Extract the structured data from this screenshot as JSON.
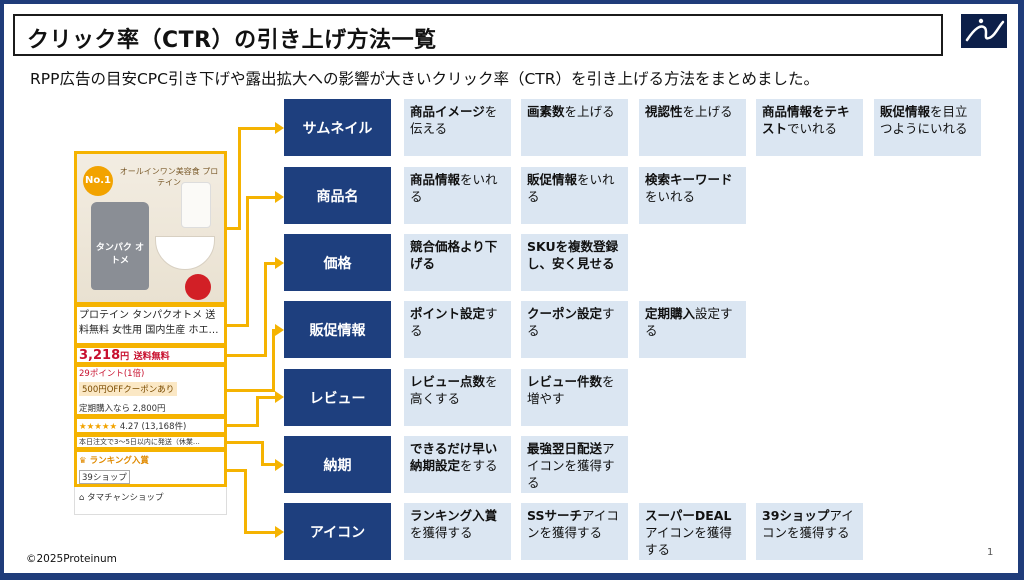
{
  "title": "クリック率（CTR）の引き上げ方法一覧",
  "subtitle": "RPP広告の目安CPC引き下げや露出拡大への影響が大きいクリック率（CTR）を引き上げる方法をまとめました。",
  "product": {
    "badge": "No.1",
    "image_caption": "オールインワン美容食 プロテイン",
    "bag_label": "タンパク オトメ",
    "name": "プロテイン タンパクオトメ 送料無料 女性用 国内生産 ホエ…",
    "price": "3,218",
    "price_unit": "円",
    "shipping": "送料無料",
    "points": "29ポイント(1倍)",
    "coupon": "500円OFFクーポンあり",
    "regular": "定期購入なら 2,800円",
    "stars": "★★★★★",
    "rating": "4.27 (13,168件)",
    "delivery": "本日注文で3～5日以内に発送（休業…",
    "ranking_icon": "♛",
    "ranking": "ランキング入賞",
    "shop39": "39ショップ",
    "shop_icon": "⌂",
    "shop": "タマチャンショップ"
  },
  "rows": [
    {
      "category": "サムネイル",
      "items": [
        [
          {
            "t": "商品イメージ",
            "b": true
          },
          {
            "t": "を伝える",
            "b": false
          }
        ],
        [
          {
            "t": "画素数",
            "b": true
          },
          {
            "t": "を上げる",
            "b": false
          }
        ],
        [
          {
            "t": "視認性",
            "b": true
          },
          {
            "t": "を上げる",
            "b": false
          }
        ],
        [
          {
            "t": "商品情報をテキスト",
            "b": true
          },
          {
            "t": "でいれる",
            "b": false
          }
        ],
        [
          {
            "t": "販促情報",
            "b": true
          },
          {
            "t": "を目立つようにいれる",
            "b": false
          }
        ]
      ]
    },
    {
      "category": "商品名",
      "items": [
        [
          {
            "t": "商品情報",
            "b": true
          },
          {
            "t": "をいれる",
            "b": false
          }
        ],
        [
          {
            "t": "販促情報",
            "b": true
          },
          {
            "t": "をいれる",
            "b": false
          }
        ],
        [
          {
            "t": "検索キーワード",
            "b": true
          },
          {
            "t": "をいれる",
            "b": false
          }
        ]
      ]
    },
    {
      "category": "価格",
      "items": [
        [
          {
            "t": "競合価格より下げる",
            "b": true
          }
        ],
        [
          {
            "t": "SKUを複数登録し、安く見せる",
            "b": true
          }
        ]
      ]
    },
    {
      "category": "販促情報",
      "items": [
        [
          {
            "t": "ポイント設定",
            "b": true
          },
          {
            "t": "する",
            "b": false
          }
        ],
        [
          {
            "t": "クーポン設定",
            "b": true
          },
          {
            "t": "する",
            "b": false
          }
        ],
        [
          {
            "t": "定期購入",
            "b": true
          },
          {
            "t": "設定する",
            "b": false
          }
        ]
      ]
    },
    {
      "category": "レビュー",
      "items": [
        [
          {
            "t": "レビュー点数",
            "b": true
          },
          {
            "t": "を高くする",
            "b": false
          }
        ],
        [
          {
            "t": "レビュー件数",
            "b": true
          },
          {
            "t": "を増やす",
            "b": false
          }
        ]
      ]
    },
    {
      "category": "納期",
      "items": [
        [
          {
            "t": "できるだけ早い納期設定",
            "b": true
          },
          {
            "t": "をする",
            "b": false
          }
        ],
        [
          {
            "t": "最強翌日配送",
            "b": true
          },
          {
            "t": "アイコンを獲得する",
            "b": false
          }
        ]
      ]
    },
    {
      "category": "アイコン",
      "items": [
        [
          {
            "t": "ランキング入賞",
            "b": true
          },
          {
            "t": "を獲得する",
            "b": false
          }
        ],
        [
          {
            "t": "SSサーチ",
            "b": true
          },
          {
            "t": "アイコンを獲得する",
            "b": false
          }
        ],
        [
          {
            "t": "スーパーDEAL",
            "b": true
          },
          {
            "t": "アイコンを獲得する",
            "b": false
          }
        ],
        [
          {
            "t": "39ショップ",
            "b": true
          },
          {
            "t": "アイコンを獲得する",
            "b": false
          }
        ]
      ]
    }
  ],
  "copyright": "©2025Proteinum",
  "page_number": "1",
  "colors": {
    "category_bg": "#1e3f7e",
    "item_bg": "#dbe6f2",
    "highlight": "#f5b301",
    "frame": "#1f3c7a",
    "price_red": "#c8102e"
  },
  "icons": {
    "logo": "proteinum-logo-icon"
  }
}
